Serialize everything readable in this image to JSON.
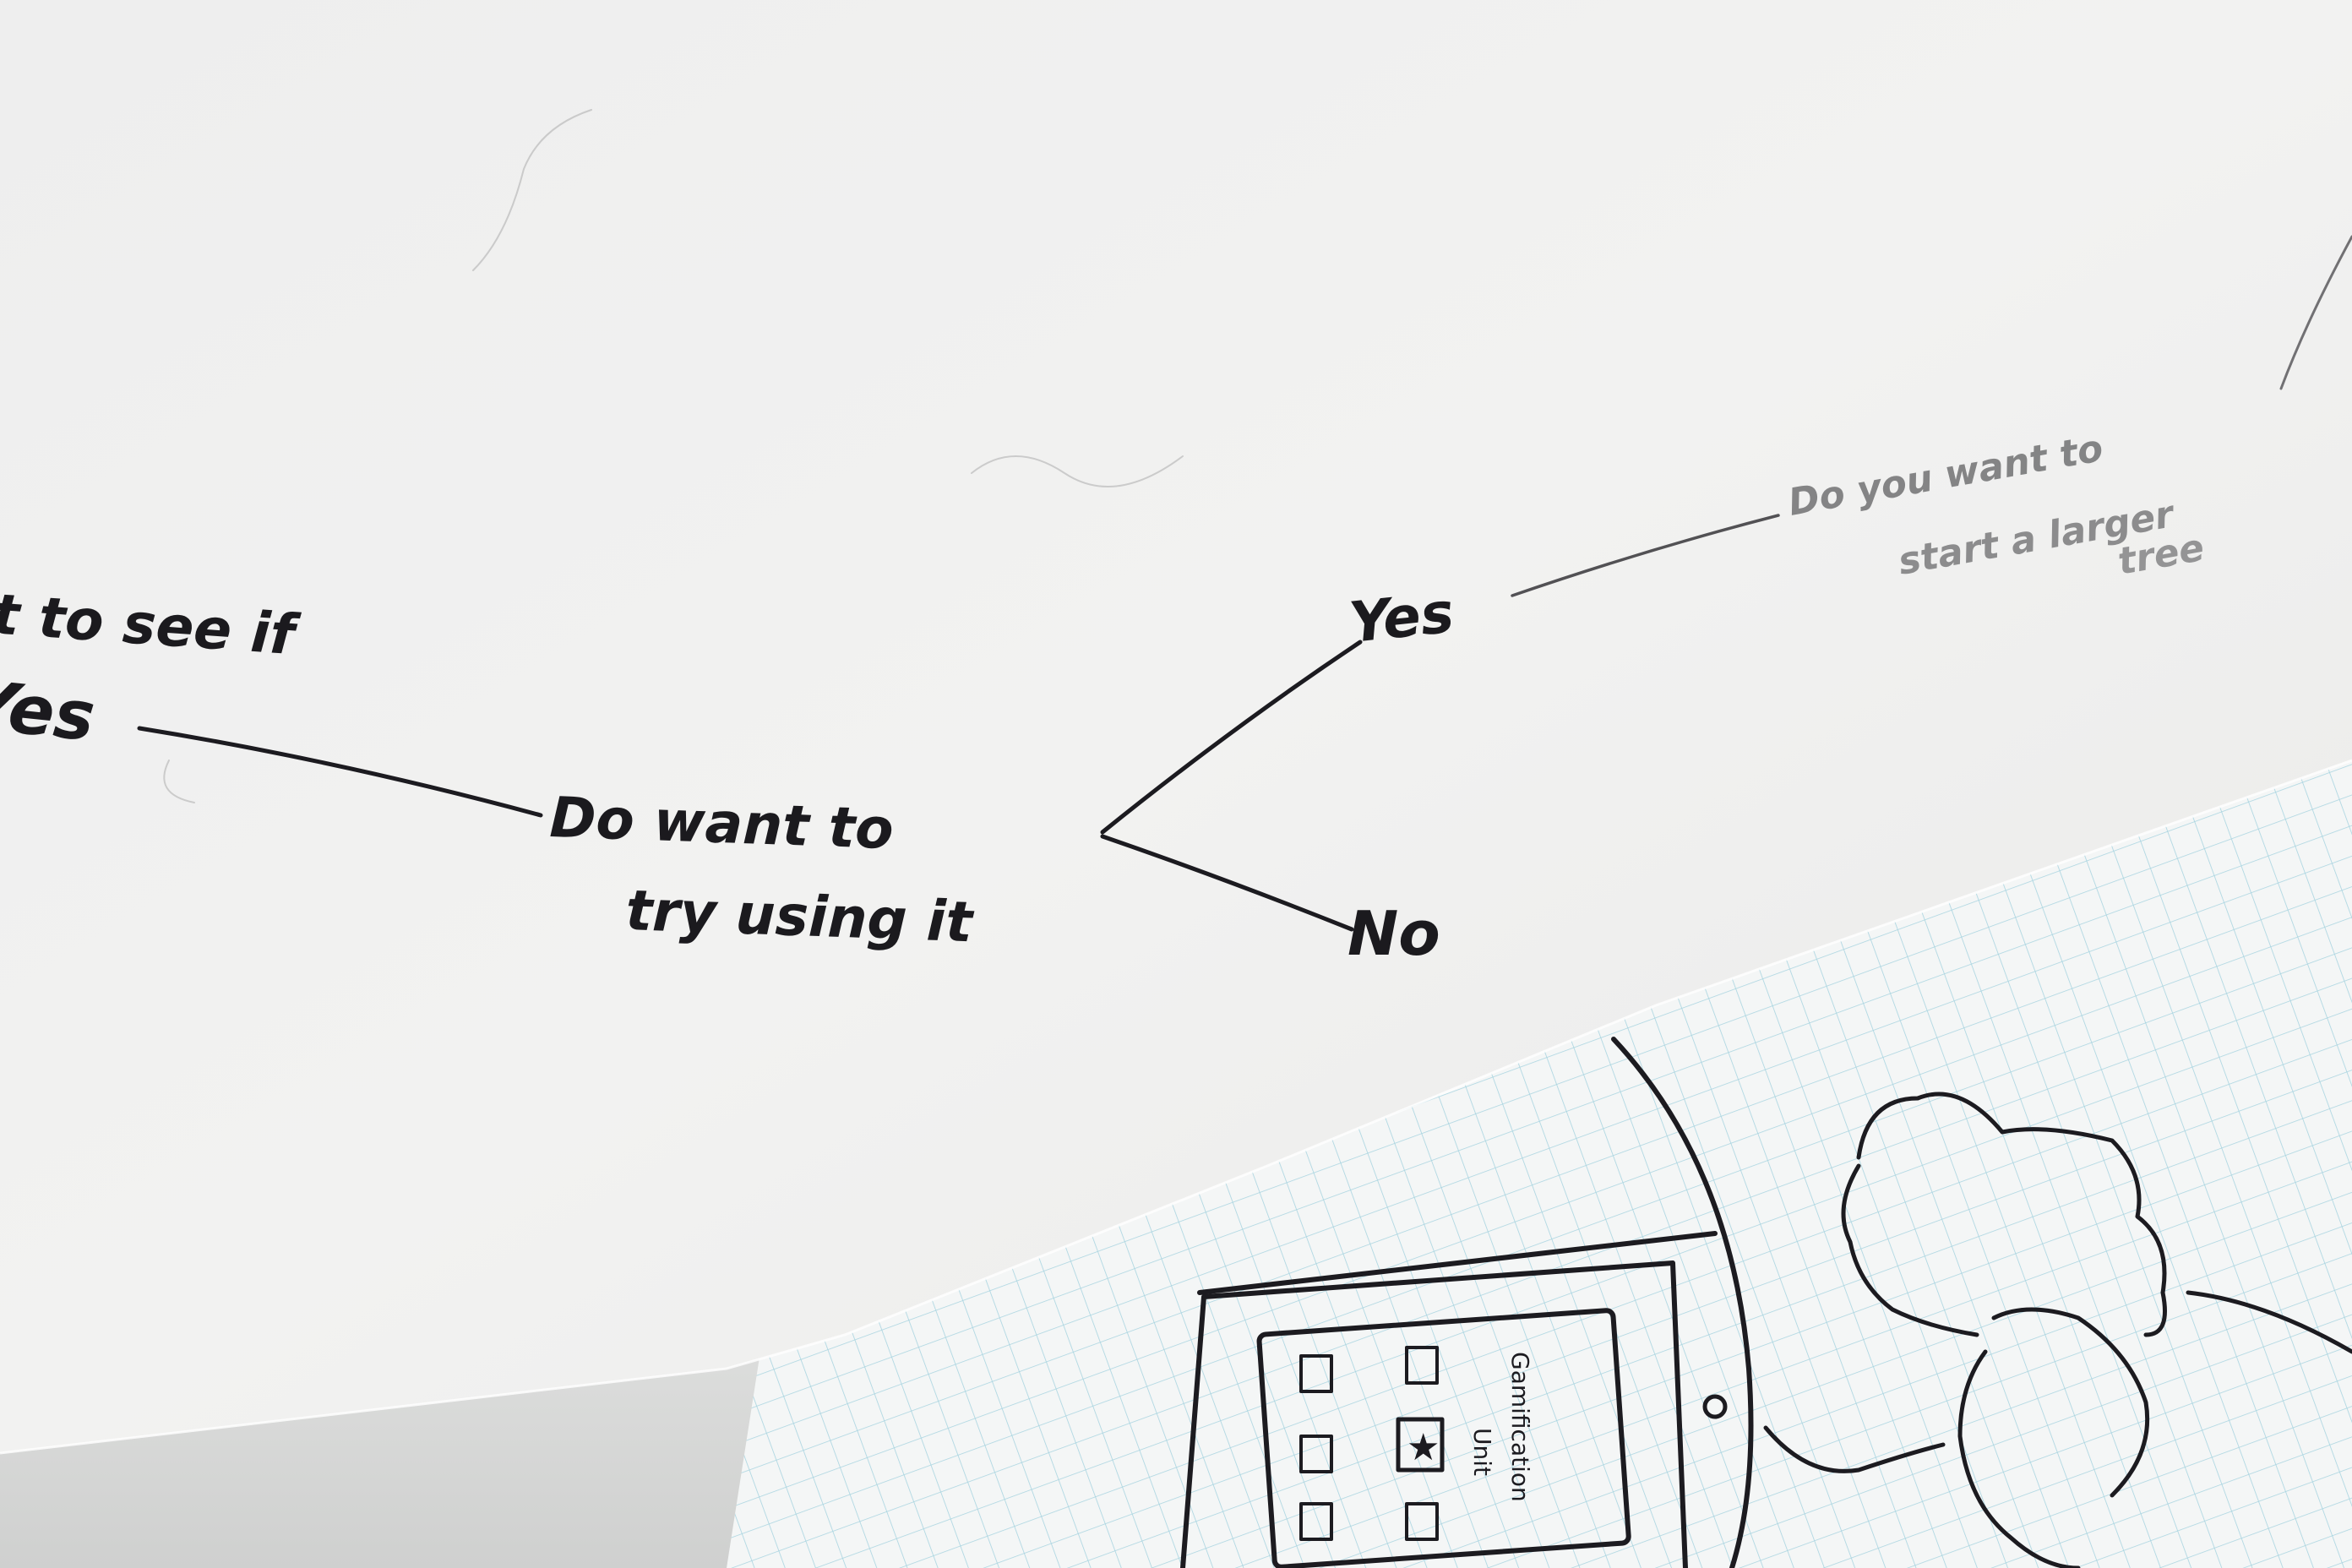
{
  "flowchart": {
    "partial_top_line": "t to see if",
    "partial_yes": "Yes",
    "question_line1": "Do want to",
    "question_line2": "try using it",
    "branch_yes": "Yes",
    "branch_no": "No",
    "next_question": [
      "Do you want to",
      "start a larger",
      "tree"
    ]
  },
  "sketch": {
    "phone_screen_label": "Gamification",
    "phone_screen_sublabel": "Unit"
  },
  "colors": {
    "background": "#e6e7e6",
    "paper": "#f3f3f2",
    "ink": "#1c1b20",
    "grid_line": "#a8d4e0"
  }
}
